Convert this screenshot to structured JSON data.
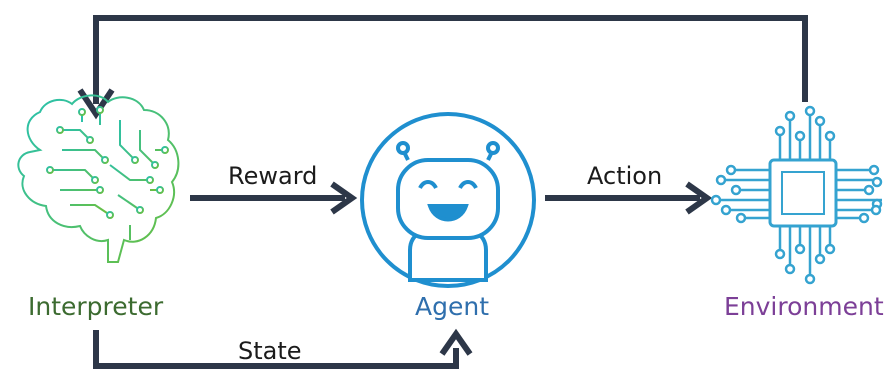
{
  "nodes": {
    "interpreter": {
      "label": "Interpreter",
      "icon": "brain-circuit-icon",
      "color": "#3c6b30"
    },
    "agent": {
      "label": "Agent",
      "icon": "robot-icon",
      "color": "#2f6fad"
    },
    "environment": {
      "label": "Environment",
      "icon": "chip-circuit-icon",
      "color": "#7c3f97"
    }
  },
  "edges": {
    "reward": {
      "label": "Reward",
      "from": "interpreter",
      "to": "agent"
    },
    "action": {
      "label": "Action",
      "from": "agent",
      "to": "environment"
    },
    "state": {
      "label": "State",
      "from": "interpreter",
      "to": "agent"
    },
    "feedback": {
      "label": "",
      "from": "environment",
      "to": "interpreter"
    }
  },
  "colors": {
    "arrow": "#2d3748",
    "brain": "#26b5a0",
    "robot": "#1f8fcf",
    "chip": "#35a3d0"
  }
}
